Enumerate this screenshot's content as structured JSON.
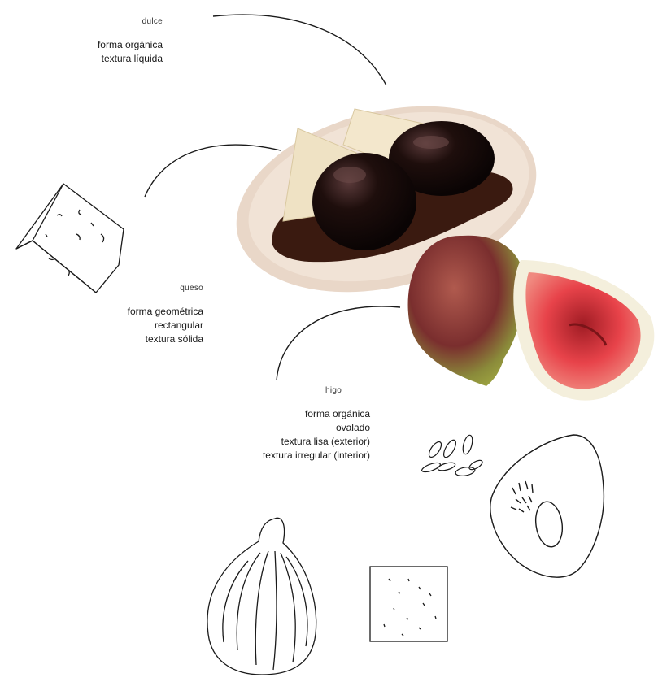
{
  "dulce": {
    "heading": "dulce",
    "lines": [
      "forma orgánica",
      "textura líquida"
    ]
  },
  "queso": {
    "heading": "queso",
    "lines": [
      "forma geométrica",
      "rectangular",
      "textura sólida"
    ]
  },
  "higo": {
    "heading": "higo",
    "lines": [
      "forma orgánica",
      "ovalado",
      "textura lisa (exterior)",
      "textura irregular (interior)"
    ]
  },
  "colors": {
    "ink": "#1a1a1a",
    "plate": "#e8d6c8",
    "syrup": "#3a1a10",
    "fig_skin": "#7a2e2e",
    "fig_flesh": "#e8434a",
    "cheese": "#efe2c4"
  }
}
